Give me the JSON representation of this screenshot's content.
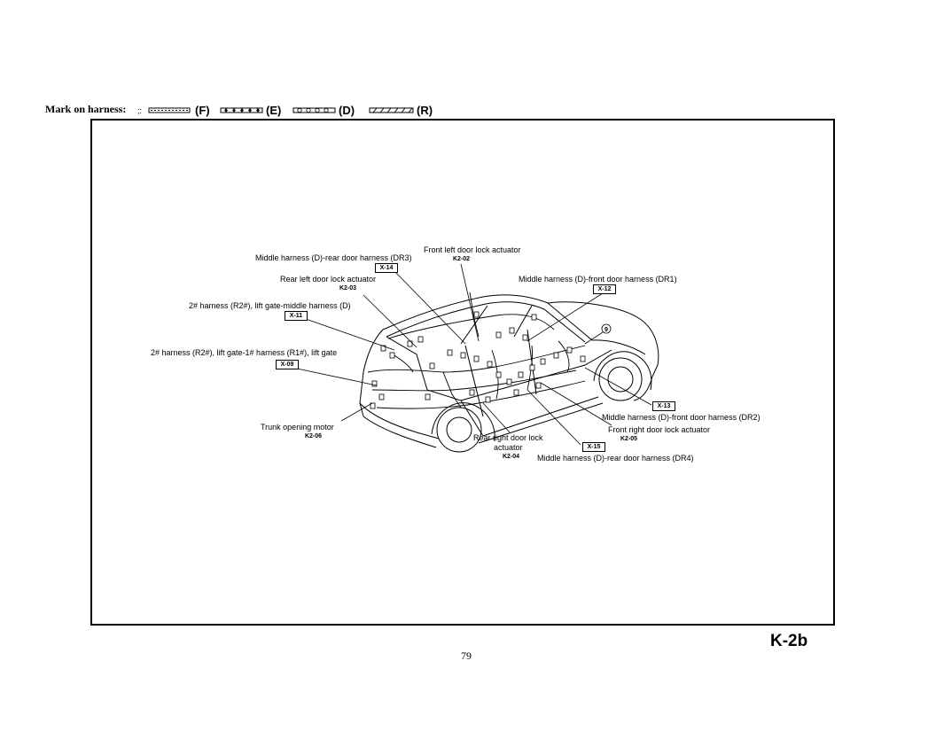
{
  "legend": {
    "title": "Mark on harness:",
    "items": [
      {
        "code": "(F)",
        "pattern": "dashed-fill"
      },
      {
        "code": "(E)",
        "pattern": "diamonds"
      },
      {
        "code": "(D)",
        "pattern": "circles"
      },
      {
        "code": "(R)",
        "pattern": "hatched"
      }
    ]
  },
  "callouts": [
    {
      "id": "c1",
      "text": "Front left door lock actuator",
      "code": "K2-02",
      "tag": ""
    },
    {
      "id": "c2",
      "text": "Middle harness (D)-rear door harness (DR3)",
      "code": "",
      "tag": "X-14"
    },
    {
      "id": "c3",
      "text": "Rear left door lock actuator",
      "code": "K2-03",
      "tag": ""
    },
    {
      "id": "c4",
      "text": "Middle harness (D)-front door harness (DR1)",
      "code": "",
      "tag": "X-12"
    },
    {
      "id": "c5",
      "text": "2# harness (R2#), lift gate-middle harness (D)",
      "code": "",
      "tag": "X-11"
    },
    {
      "id": "c6",
      "text": "2# harness (R2#), lift gate-1# harness (R1#), lift gate",
      "code": "",
      "tag": "X-09"
    },
    {
      "id": "c7",
      "text": "Trunk opening motor",
      "code": "K2-06",
      "tag": ""
    },
    {
      "id": "c8",
      "text": "Rear right door lock actuator",
      "code": "K2-04",
      "tag": ""
    },
    {
      "id": "c9",
      "text": "Middle harness (D)-front door harness (DR2)",
      "code": "",
      "tag": "X-13"
    },
    {
      "id": "c10",
      "text": "Front right door lock actuator",
      "code": "K2-05",
      "tag": ""
    },
    {
      "id": "c11",
      "text": "Middle harness (D)-rear door harness (DR4)",
      "code": "",
      "tag": "X-15"
    }
  ],
  "rear_right_line1": "Rear right door lock",
  "rear_right_line2": "actuator",
  "marker_9": "9",
  "page_number": "79",
  "page_label": "K-2b"
}
